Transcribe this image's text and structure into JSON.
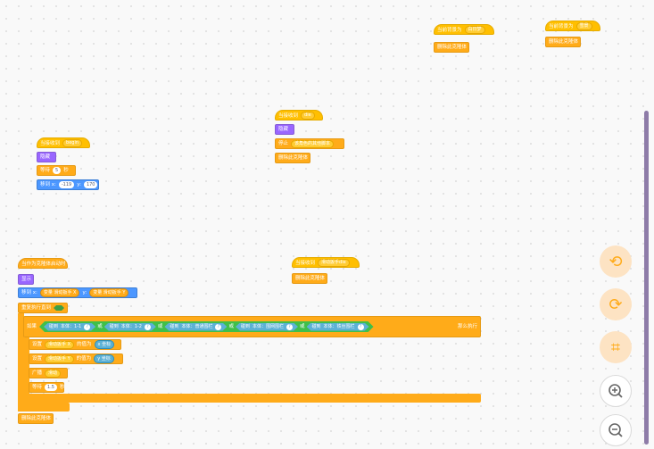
{
  "blocks": {
    "s1": {
      "hat": "当前背景为",
      "dd": "白日梦",
      "stop": "删除此克隆体"
    },
    "s2": {
      "hat": "当前背景为",
      "dd": "雪景",
      "stop": "删除此克隆体"
    },
    "s3": {
      "hat": "当接收到",
      "dd": "begin",
      "hide": "隐藏",
      "wait": "等待",
      "wait_val": "5",
      "wait_unit": "秒",
      "goto": "移到 x:",
      "x": "-119",
      "y_label": "y:",
      "y": "170"
    },
    "s4": {
      "hat": "当接收到",
      "dd": "die",
      "hide": "隐藏",
      "stop": "停止",
      "stop_dd": "该角色的其他脚本",
      "delete": "删除此克隆体"
    },
    "s5": {
      "hat": "当接收到",
      "dd": "滑动扳手die",
      "delete": "删除此克隆体"
    },
    "s6": {
      "hat": "当作为克隆体启动时",
      "show": "显示",
      "goto": "移到 x:",
      "var1": "变量 滑动扳手 X",
      "y_label": "y:",
      "var2": "变量 滑动扳手 Y",
      "forever": "重复执行直到",
      "if": "如果",
      "conds": [
        {
          "label": "碰到",
          "dd": "本体：1-1",
          "q": "?"
        },
        {
          "label": "碰到",
          "dd": "本体：1-2",
          "q": "?"
        },
        {
          "label": "碰到",
          "dd": "本体：普通围栏",
          "q": "?"
        },
        {
          "label": "碰到",
          "dd": "本体：围网围栏",
          "q": "?"
        },
        {
          "label": "碰到",
          "dd": "本体：铁丝围栏",
          "q": "?"
        }
      ],
      "or": "或",
      "then": "那么执行",
      "set1": "设置",
      "set1_dd": "滑动扳手 X",
      "set1_to": "的值为",
      "set1_val": "x 坐标",
      "set2": "设置",
      "set2_dd": "滑动扳手 Y",
      "set2_to": "的值为",
      "set2_val": "y 坐标",
      "broadcast": "广播",
      "broadcast_dd": "滑动",
      "wait": "等待",
      "wait_val": "1.5",
      "wait_unit": "秒",
      "delete": "删除此克隆体"
    }
  },
  "controls": {
    "undo": "⟲",
    "redo": "⟳",
    "crop": "⌗",
    "zoom_in": "+",
    "zoom_out": "−"
  },
  "colors": {
    "event": "#ffbf00",
    "control": "#ffab19",
    "looks": "#9966ff",
    "motion": "#4c97ff",
    "sensing": "#5cb1d6",
    "operator": "#59c059"
  }
}
